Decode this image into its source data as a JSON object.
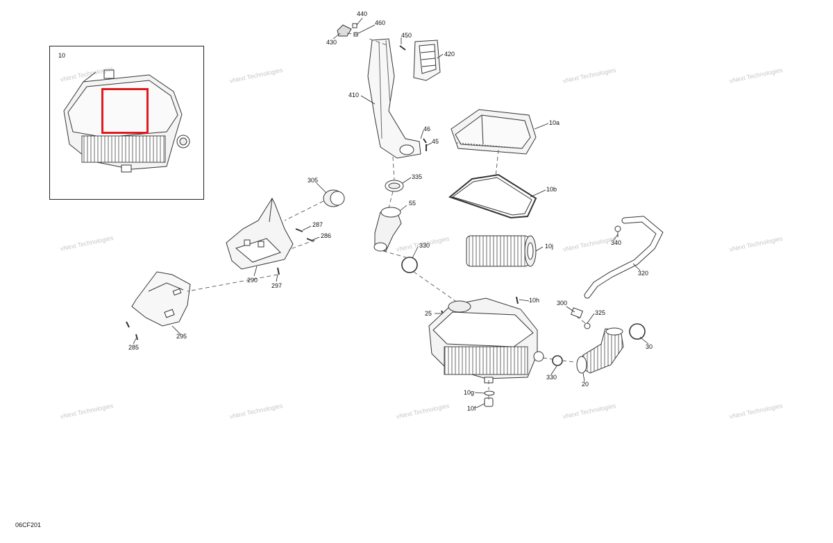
{
  "diagram": {
    "code": "06CF201",
    "watermark": "vNext Technologies",
    "highlight_color": "#e0191e",
    "inset_label": "10",
    "callouts": [
      "440",
      "460",
      "430",
      "450",
      "420",
      "410",
      "46",
      "45",
      "10a",
      "335",
      "10b",
      "305",
      "55",
      "287",
      "286",
      "330",
      "10j",
      "340",
      "320",
      "290",
      "297",
      "295",
      "285",
      "10h",
      "300",
      "25",
      "325",
      "30",
      "330",
      "20",
      "10g",
      "10f"
    ]
  }
}
